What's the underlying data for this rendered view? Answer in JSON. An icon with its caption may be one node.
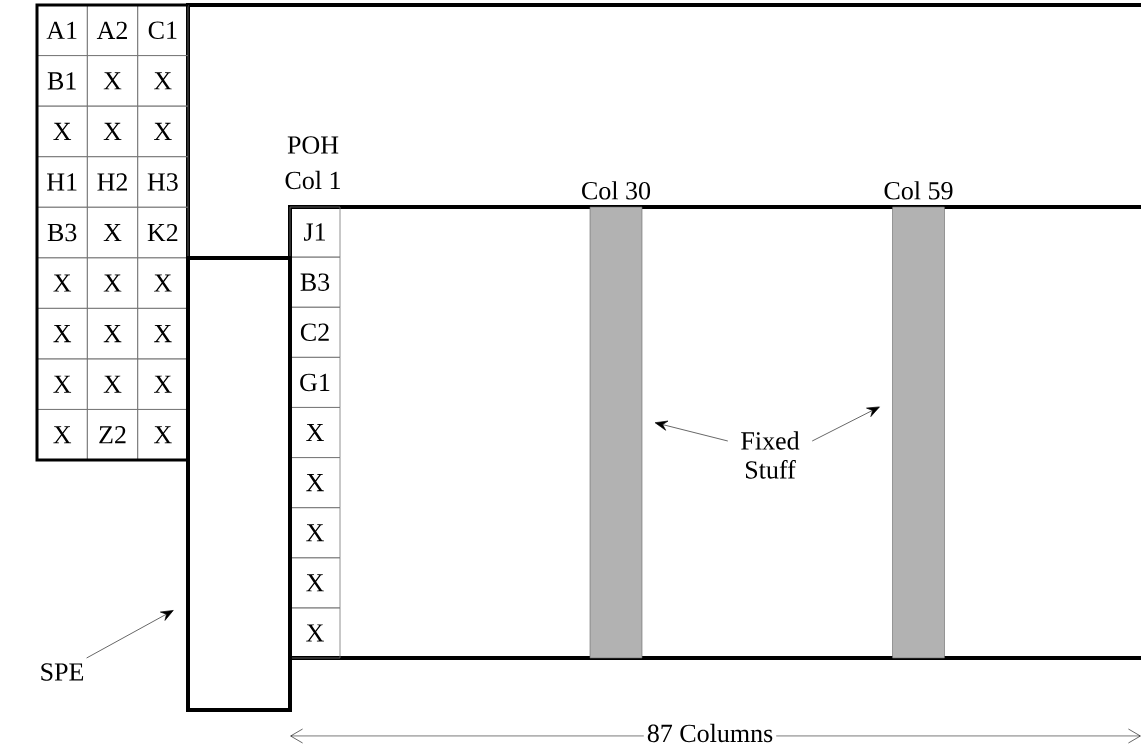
{
  "diagram": {
    "nodes": [
      {
        "text": [],
        "shape": "bar",
        "beside": [
          "Col 30"
        ]
      },
      {
        "text": [],
        "shape": "bar",
        "beside": [
          "Col 59"
        ]
      },
      {
        "text": [
          "Fixed Stuff"
        ]
      },
      {
        "text": [],
        "shape": "box"
      },
      {
        "text": [
          "SPE"
        ]
      }
    ],
    "edges": [
      {
        "from": 2,
        "to": 0,
        "arrow": "to"
      },
      {
        "from": 2,
        "to": 1,
        "arrow": "to"
      },
      {
        "from": 4,
        "to": 3,
        "arrow": "to"
      }
    ],
    "labels": [
      "A1",
      "A2",
      "C1",
      "B1",
      "X",
      "X",
      "X",
      "X",
      "X",
      "H1",
      "H2",
      "H3",
      "B3",
      "X",
      "K2",
      "X",
      "X",
      "X",
      "X",
      "X",
      "X",
      "X",
      "X",
      "X",
      "X",
      "Z2",
      "X",
      "POH",
      "Col 1",
      "J1",
      "B3",
      "C2",
      "G1",
      "X",
      "X",
      "X",
      "X",
      "X",
      "87 Columns"
    ]
  }
}
